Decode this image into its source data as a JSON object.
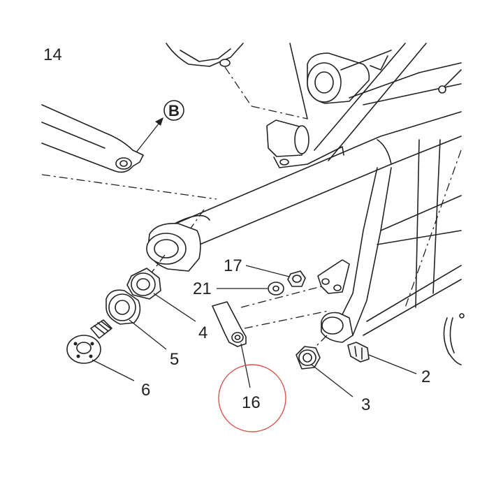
{
  "callouts": {
    "c14": "14",
    "cB": "B",
    "c17": "17",
    "c21": "21",
    "c4": "4",
    "c5": "5",
    "c6": "6",
    "c16": "16",
    "c3": "3",
    "c2": "2"
  },
  "colors": {
    "line": "#222222",
    "highlight_circle": "#d9534f",
    "background": "#ffffff"
  }
}
